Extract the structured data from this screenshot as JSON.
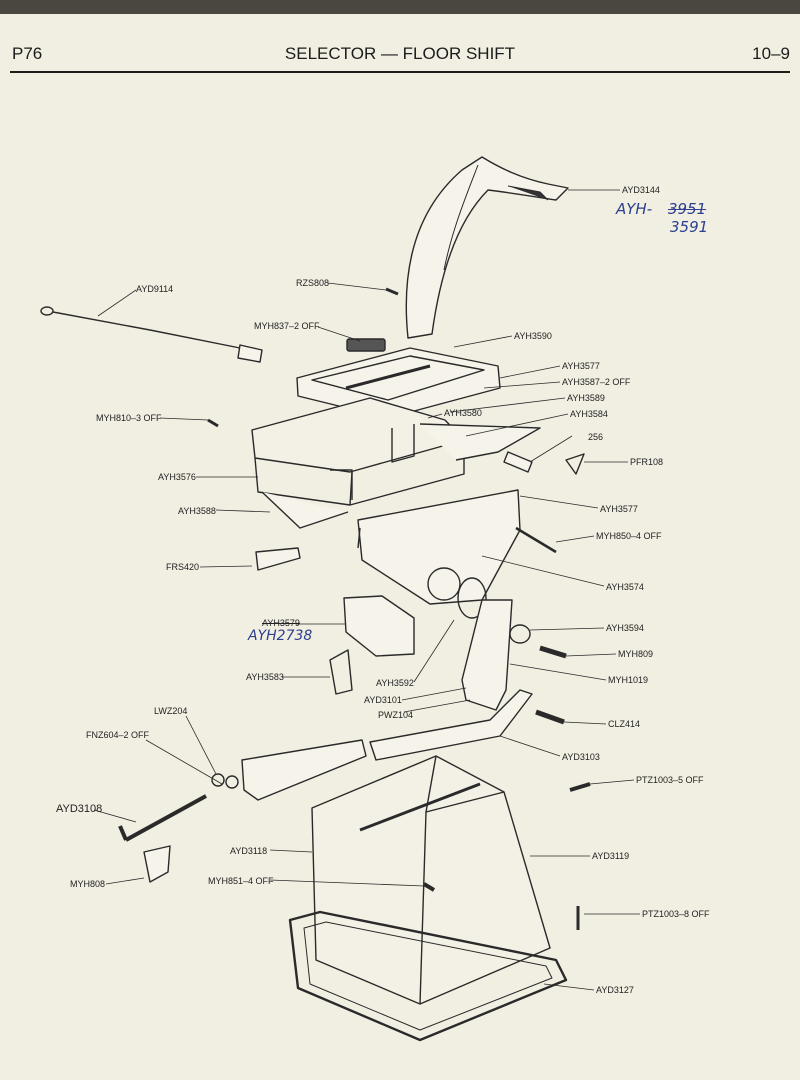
{
  "header": {
    "page_code": "P76",
    "title": "SELECTOR — FLOOR SHIFT",
    "section": "10–9"
  },
  "handwritten": {
    "part_top_a": "AYH-",
    "part_top_strike": "3951",
    "part_top_b": "3591",
    "part_left": "AYH2738"
  },
  "labels": {
    "ayd3144": "AYD3144",
    "rzs808": "RZS808",
    "ayd9114": "AYD9114",
    "myh837": "MYH837–2 OFF",
    "ayh3590": "AYH3590",
    "ayh3577a": "AYH3577",
    "ayh3587": "AYH3587–2 OFF",
    "ayh3589": "AYH3589",
    "myh810": "MYH810–3 OFF",
    "ayh3580": "AYH3580",
    "ayh3584": "AYH3584",
    "n256": "256",
    "pfr108": "PFR108",
    "ayh3576": "AYH3576",
    "ayh3577b": "AYH3577",
    "ayh3588": "AYH3588",
    "myh850": "MYH850–4 OFF",
    "frs420": "FRS420",
    "ayh3574": "AYH3574",
    "ayh3579": "AYH3579",
    "ayh3594": "AYH3594",
    "myh809": "MYH809",
    "ayh3583": "AYH3583",
    "ayh3592": "AYH3592",
    "myh1019": "MYH1019",
    "ayd3101": "AYD3101",
    "pwz104": "PWZ104",
    "clz414": "CLZ414",
    "lwz204": "LWZ204",
    "fnz604": "FNZ604–2 OFF",
    "ayd3103": "AYD3103",
    "ptz1003a": "PTZ1003–5 OFF",
    "ayd3108": "AYD3108",
    "ayd3118": "AYD3118",
    "ayd3119": "AYD3119",
    "myh808": "MYH808",
    "myh851": "MYH851–4 OFF",
    "ptz1003b": "PTZ1003–8 OFF",
    "ayd3127": "AYD3127"
  }
}
